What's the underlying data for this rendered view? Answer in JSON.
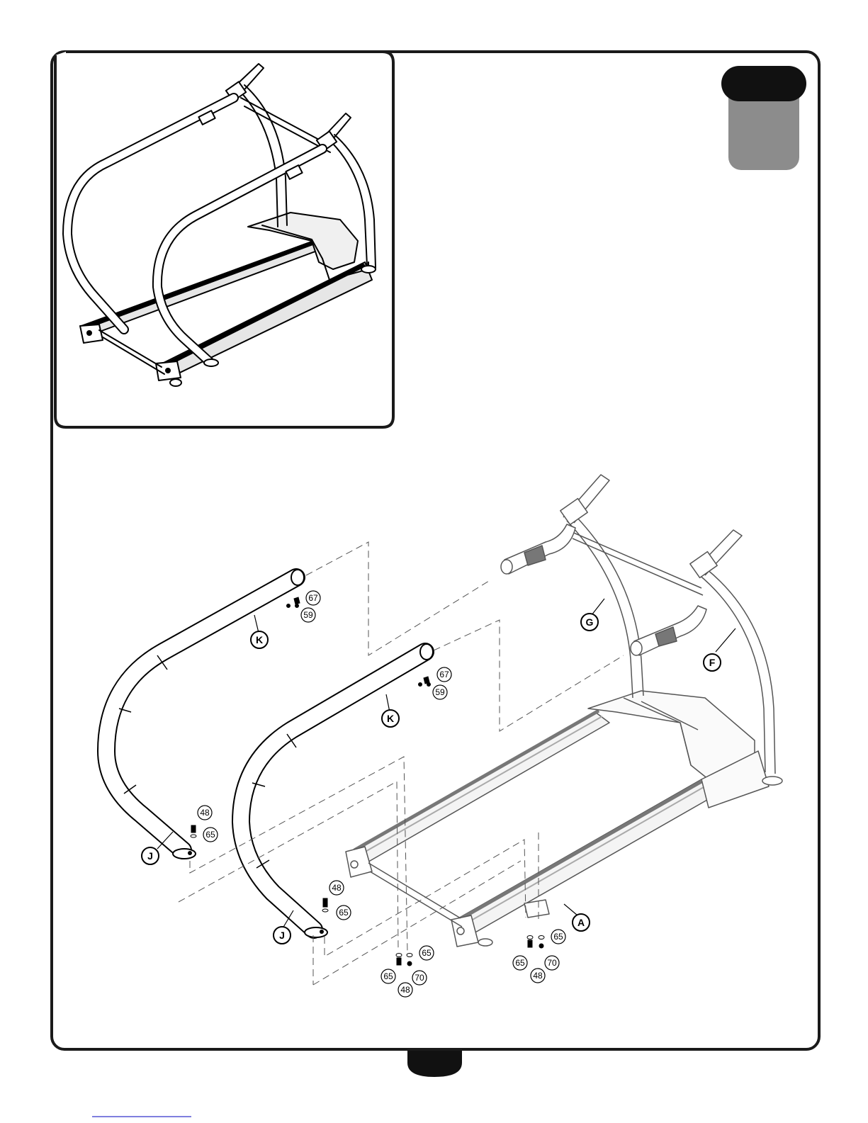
{
  "part_letters": {
    "k_top": "K",
    "k_mid": "K",
    "g": "G",
    "f": "F",
    "j_left": "J",
    "j_mid": "J",
    "a": "A"
  },
  "hardware_numbers": {
    "n67_a": "67",
    "n59_a": "59",
    "n67_b": "67",
    "n59_b": "59",
    "n48_left": "48",
    "n65_left": "65",
    "n48_mid": "48",
    "n65_mid": "65",
    "n65_c1": "65",
    "n65_c2": "65",
    "n70_c": "70",
    "n48_c": "48",
    "n65_d1": "65",
    "n65_d2": "65",
    "n70_d": "70",
    "n48_d": "48"
  },
  "colors": {
    "frame": "#1a1a1a",
    "step_badge_top": "#111111",
    "step_badge_body": "#8c8c8c",
    "page_badge": "#111111",
    "link": "#3333cc"
  }
}
